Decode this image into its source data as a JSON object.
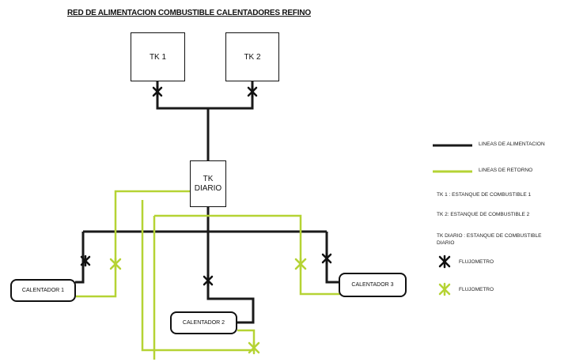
{
  "title": "RED DE ALIMENTACION COMBUSTIBLE CALENTADORES REFINO",
  "tanks": {
    "tk1": "TK 1",
    "tk2": "TK 2",
    "diario_line1": "TK",
    "diario_line2": "DIARIO"
  },
  "heaters": {
    "c1": "CALENTADOR 1",
    "c2": "CALENTADOR 2",
    "c3": "CALENTADOR 3"
  },
  "legend": {
    "feed_lines": "LINEAS DE ALIMENTACION",
    "return_lines": "LINEAS DE RETORNO",
    "tk1_desc": "TK 1 : ESTANQUE DE COMBUSTIBLE 1",
    "tk2_desc": "TK 2: ESTANQUE DE COMBUSTIBLE 2",
    "diario_desc": "TK DIARIO : ESTANQUE DE COMBUSTIBLE DIARIO",
    "meter_black": "FLUJOMETRO",
    "meter_green": "FLUJOMETRO"
  },
  "colors": {
    "feed_line": "#1a1a1a",
    "return_line": "#b5d334",
    "meter_black": "#111111",
    "meter_green": "#b5d334"
  }
}
